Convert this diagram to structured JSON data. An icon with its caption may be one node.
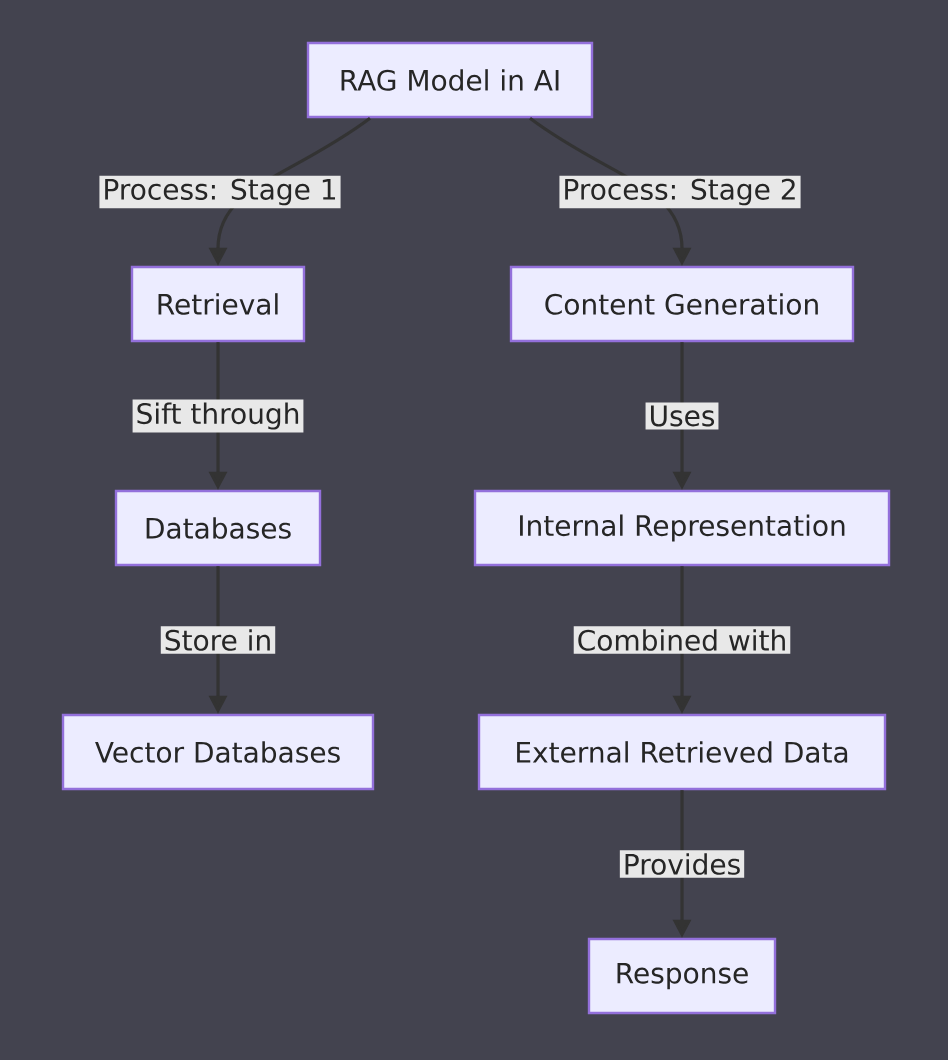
{
  "diagram": {
    "nodes": [
      {
        "text": [
          "RAG Model in AI"
        ]
      },
      {
        "text": [
          "Retrieval"
        ]
      },
      {
        "text": [
          "Content Generation"
        ]
      },
      {
        "text": [
          "Databases"
        ]
      },
      {
        "text": [
          "Internal Representation"
        ]
      },
      {
        "text": [
          "Vector Databases"
        ]
      },
      {
        "text": [
          "External Retrieved Data"
        ]
      },
      {
        "text": [
          "Response"
        ]
      }
    ],
    "edges": [
      {
        "from": 0,
        "to": 1,
        "arrow": "to",
        "label": "Process: Stage 1"
      },
      {
        "from": 0,
        "to": 2,
        "arrow": "to",
        "label": "Process: Stage 2"
      },
      {
        "from": 1,
        "to": 3,
        "arrow": "to",
        "label": "Sift through"
      },
      {
        "from": 2,
        "to": 4,
        "arrow": "to",
        "label": "Uses"
      },
      {
        "from": 3,
        "to": 5,
        "arrow": "to",
        "label": "Store in"
      },
      {
        "from": 4,
        "to": 6,
        "arrow": "to",
        "label": "Combined with"
      },
      {
        "from": 6,
        "to": 7,
        "arrow": "to",
        "label": "Provides"
      }
    ]
  }
}
